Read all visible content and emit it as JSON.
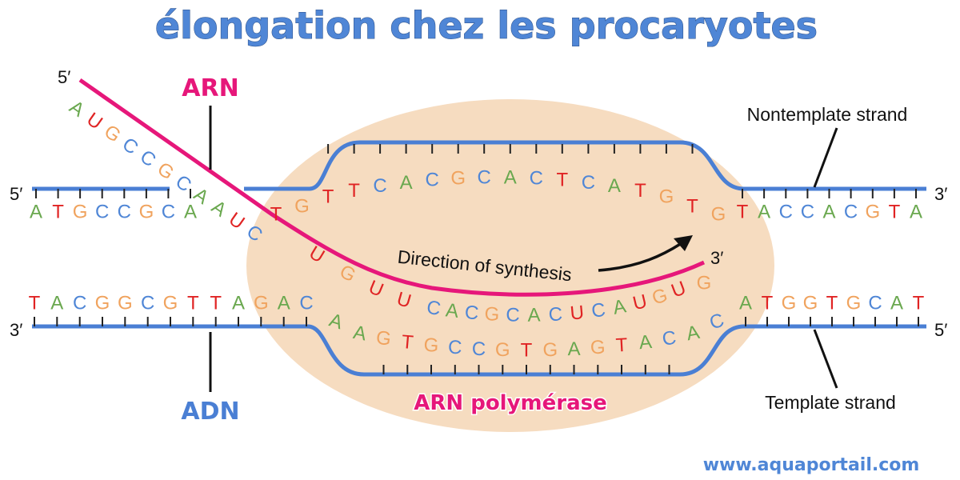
{
  "title": "élongation chez les procaryotes",
  "labels": {
    "arn": "ARN",
    "adn": "ADN",
    "polymerase": "ARN polymérase",
    "nontemplate": "Nontemplate strand",
    "template": "Template strand",
    "direction": "Direction of synthesis",
    "website": "www.aquaportail.com"
  },
  "ends": {
    "top_left": "5′",
    "top_right": "3′",
    "bottom_left": "3′",
    "bottom_right": "5′",
    "rna_start": "5′",
    "rna_end": "3′"
  },
  "sequences": {
    "nontemplate_left": "ATGCCGCA",
    "nontemplate_bubble": "TGTTCACGCACTCATGTG",
    "nontemplate_right": "TACCACGTA",
    "template_left": "TACGGCGTTAGAC",
    "template_bubble": "AAGTGCCGTGAGTACAC",
    "template_right": "ATGGTGCAT",
    "rna": "AUGCCGCAAUCUGUUCACGCACUCAUGUG"
  },
  "colors": {
    "A": "#6aa84f",
    "T": "#e02424",
    "U": "#e02424",
    "G": "#f0a35e",
    "C": "#4f86d6",
    "dna_strand": "#4a7fd4",
    "rna_strand": "#e6177a",
    "polymerase": "#f6dcc0",
    "title": "#4f86d6",
    "arn_label": "#e6177a",
    "adn_label": "#4a7fd4"
  }
}
